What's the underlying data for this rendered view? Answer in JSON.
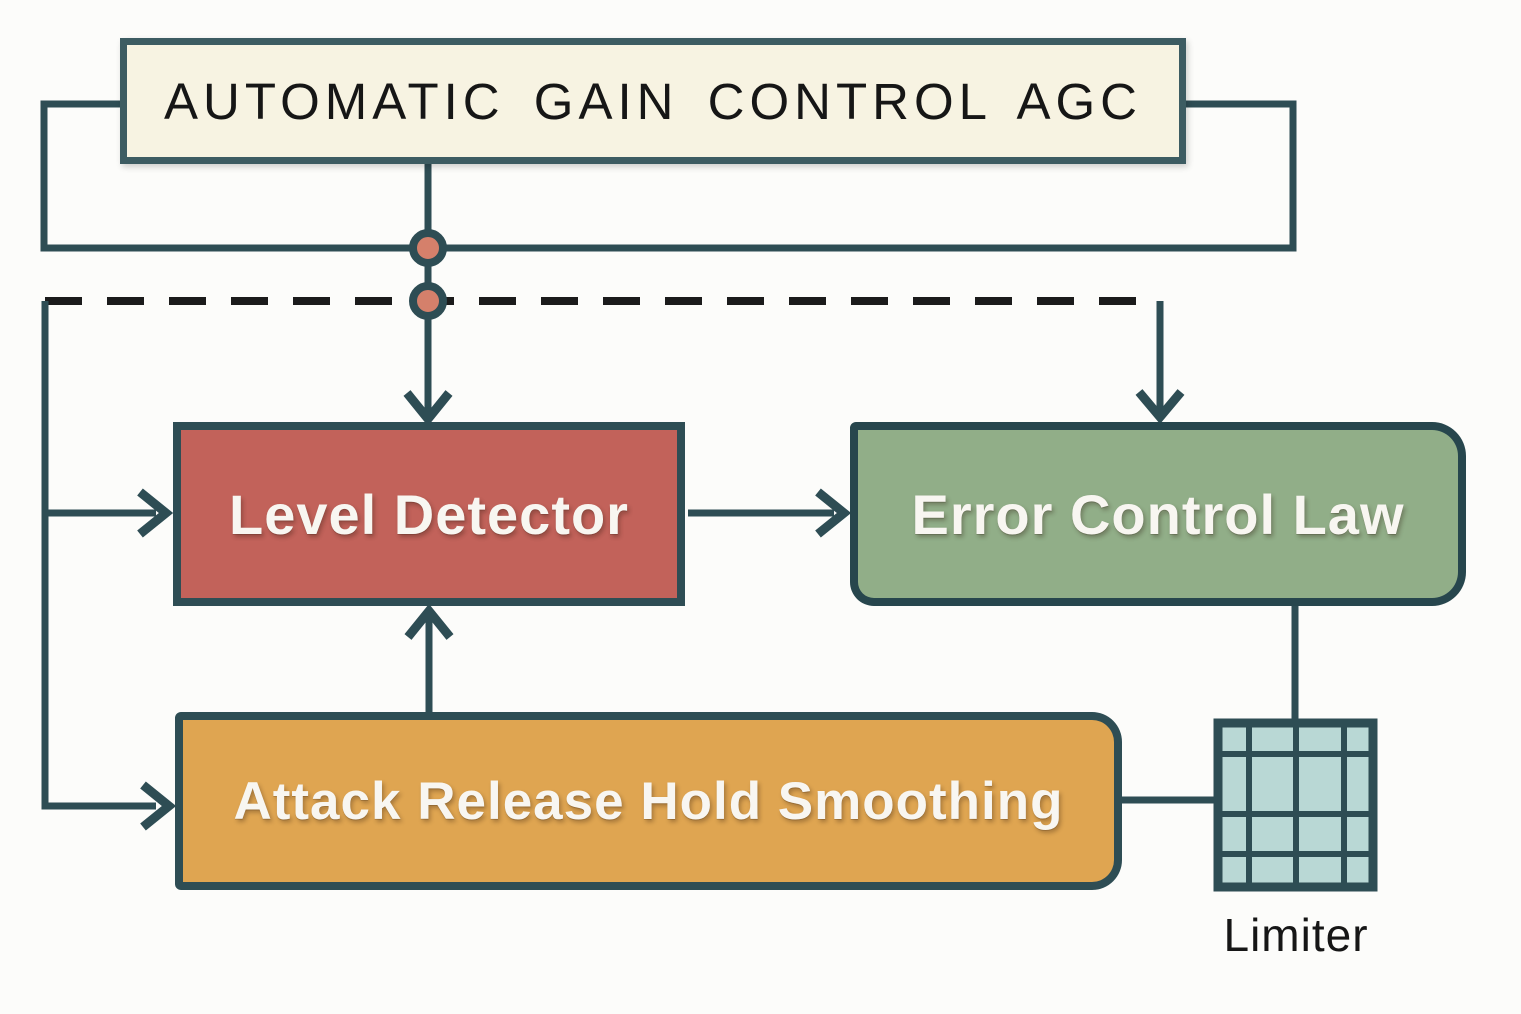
{
  "title": {
    "label": "AUTOMATIC GAIN CONTROL AGC"
  },
  "nodes": {
    "level_detector": {
      "label": "Level Detector",
      "fill": "#c2625a"
    },
    "error_control_law": {
      "label": "Error Control Law",
      "fill": "#91ae88"
    },
    "attack_release_hold_smoothing": {
      "label": "Attack Release Hold Smoothing",
      "fill": "#dfa551"
    },
    "limiter": {
      "label": "Limiter",
      "fill": "#b9d8d5"
    }
  },
  "colors": {
    "line": "#2e4d54",
    "cream": "#f7f3e2",
    "red": "#c2625a",
    "green": "#91ae88",
    "orange": "#dfa551",
    "cell": "#b9d8d5",
    "dot": "#d5806b",
    "dash": "#1b1b1b",
    "ink": "#161616",
    "label": "#f8f6f1",
    "title-border": "#3d5c62",
    "bg": "#fcfcfa"
  }
}
